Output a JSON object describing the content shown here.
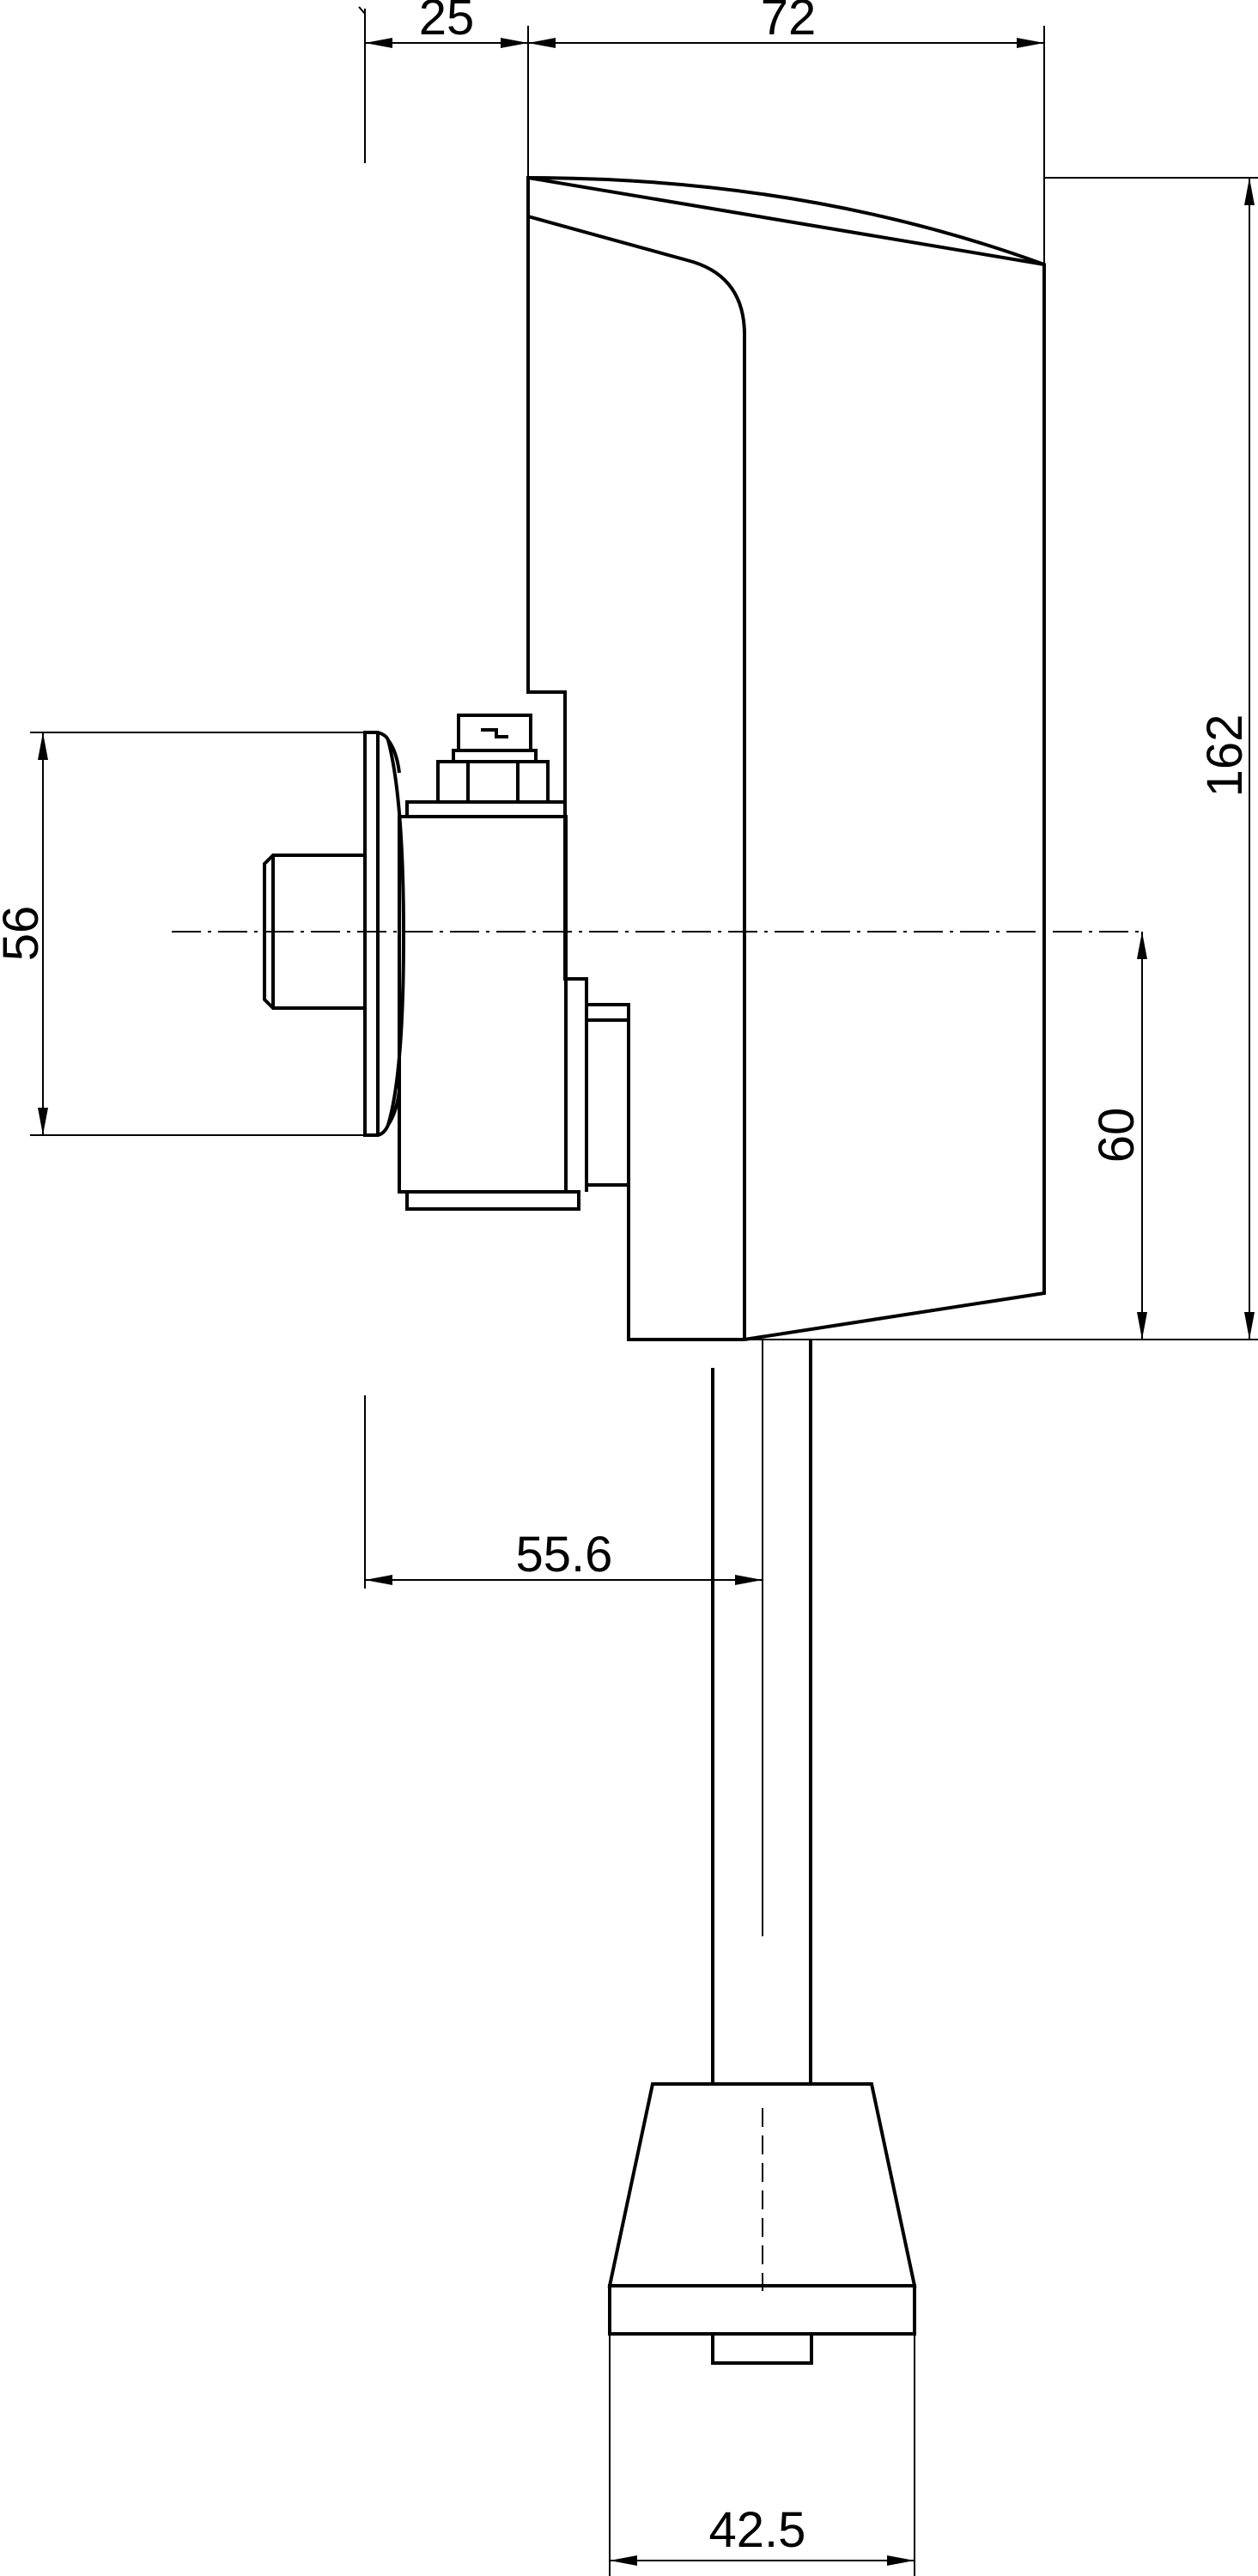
{
  "dimensions": {
    "top_left_offset": "25",
    "top_body_depth": "72",
    "total_height": "162",
    "fitting_diameter": "56",
    "axis_height": "60",
    "pipe_offset": "55.6",
    "nozzle_width": "42.5"
  }
}
